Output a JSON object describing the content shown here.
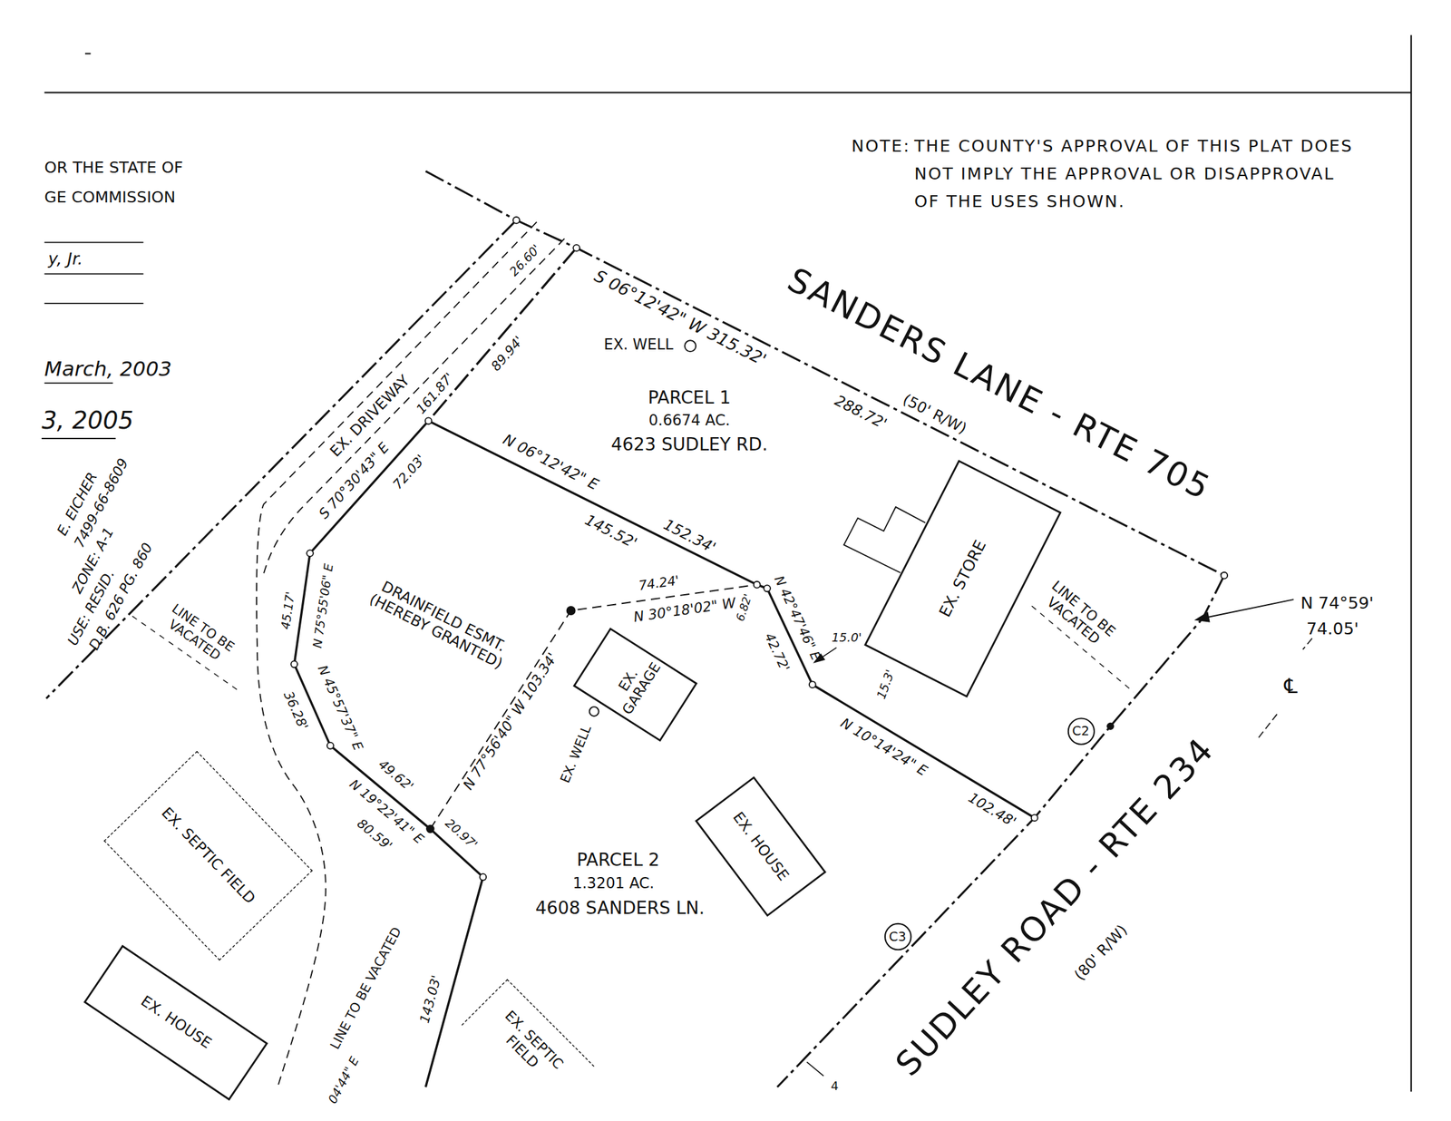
{
  "diagram": {
    "nodes": [
      {
        "text": [
          "EX. STORE"
        ]
      },
      {
        "text": [
          "EX. GARAGE"
        ]
      },
      {
        "text": [
          "C2"
        ]
      },
      {
        "text": [
          "EX. HOUSE"
        ]
      },
      {
        "text": [
          "EX. SEPTIC FIELD"
        ]
      },
      {
        "text": [
          "EX. HOUSE"
        ]
      },
      {
        "text": [
          "EX. SEPTIC FIELD"
        ]
      },
      {
        "text": [
          "C3"
        ]
      }
    ],
    "labels": [
      "NOTE:",
      "THE COUNTY'S APPROVAL OF THIS PLAT DOES NOT IMPLY THE APPROVAL OR DISAPPROVAL OF THE USES SHOWN.",
      "OR THE STATE OF",
      "GE COMMISSION",
      "y, Jr.",
      "March, 2003",
      "3, 2005",
      "E. EICHER",
      "7499-66-8609",
      "ZONE: A-1",
      "USE: RESID.",
      "D.B. 626 PG. 860",
      "26.60'",
      "S 06°12'42\" W 315.32'",
      "SANDERS LANE - RTE 705",
      "(50' R/W)",
      "288.72'",
      "EX. WELL",
      "PARCEL 1",
      "0.6674 AC.",
      "4623 SUDLEY RD.",
      "161.87'",
      "89.94'",
      "EX. DRIVEWAY",
      "S 70°30'43\" E",
      "72.03'",
      "N 06°12'42\" E",
      "145.52'",
      "152.34'",
      "45.17'",
      "N 75°55'06\" E",
      "LINE TO BE VACATED",
      "N 45°57'37\" E",
      "36.28'",
      "DRAINFIELD ESMT. (HEREBY GRANTED)",
      "74.24'",
      "N 30°18'02\" W",
      "N 77°56'40\" W 103.34'",
      "6.82'",
      "N 42°47'46\" E",
      "42.72'",
      "15.0'",
      "15.3'",
      "N 10°14'24\" E",
      "102.48'",
      "LINE TO BE VACATED",
      "N 74°59'",
      "74.05'",
      "℄",
      "EX. WELL",
      "49.62'",
      "N 19°22'41\" E",
      "80.59'",
      "20.97'",
      "PARCEL 2",
      "1.3201 AC.",
      "4608 SANDERS LN.",
      "SUDLEY ROAD - RTE 234",
      "(80' R/W)",
      "LINE TO BE VACATED",
      "143.03'",
      "04'44\" E",
      "4"
    ]
  }
}
